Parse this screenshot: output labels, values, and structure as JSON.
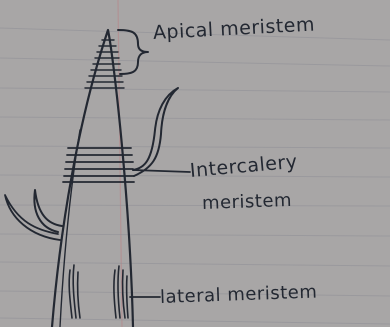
{
  "labels": {
    "apical": "Apical meristem",
    "intercalary_line1": "Intercalery",
    "intercalary_line2": "meristem",
    "lateral": "lateral meristem"
  },
  "colors": {
    "paper": "#a8a6a6",
    "ink": "#232832",
    "rule_line": "#8f8f96",
    "margin_line": "#b58a8d"
  }
}
